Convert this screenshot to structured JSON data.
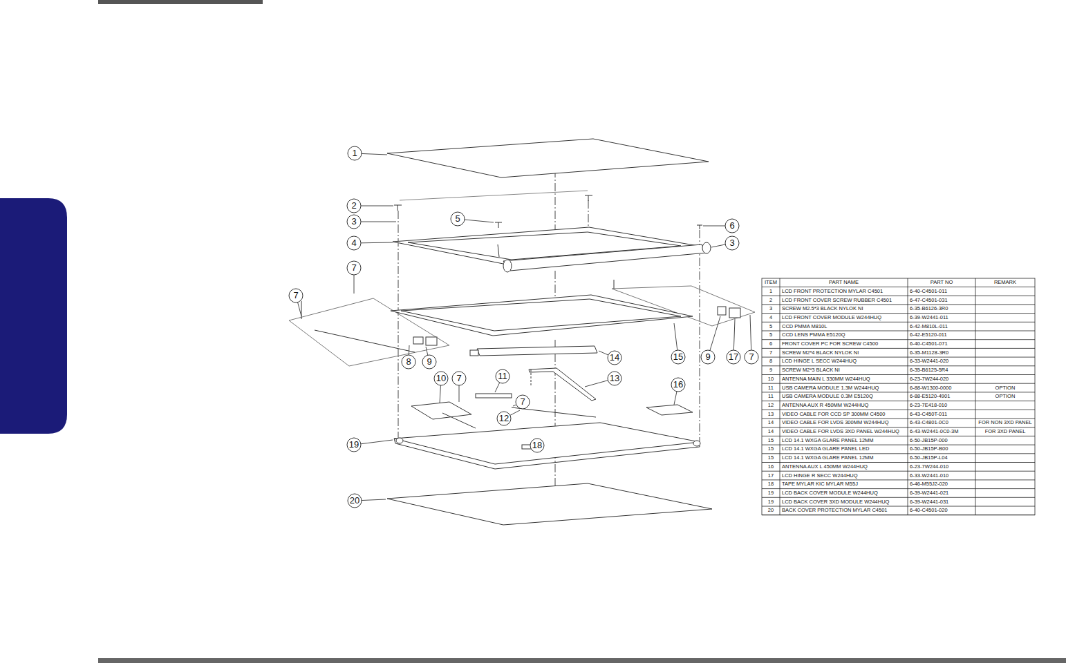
{
  "diagram": {
    "labels": [
      "1",
      "2",
      "3",
      "5",
      "6",
      "4",
      "3",
      "7",
      "7",
      "8",
      "9",
      "14",
      "15",
      "9",
      "17",
      "7",
      "10",
      "7",
      "11",
      "13",
      "7",
      "12",
      "16",
      "19",
      "18",
      "20",
      "ITEM",
      "PART NAME",
      "PART NO",
      "REMARK",
      "1",
      "LCD FRONT PROTECTION MYLAR C4501",
      "6-40-C4501-011",
      "2",
      "LCD FRONT COVER SCREW RUBBER C4501",
      "6-47-C4501-031",
      "3",
      "SCREW M2.5*3 BLACK NYLOK NI",
      "6-35-B6126-3R0",
      "4",
      "LCD FRONT COVER MODULE W244HUQ",
      "6-39-W2441-011",
      "5",
      "CCD PMMA M810L",
      "6-42-M810L-011",
      "5",
      "CCD LENS PMMA E5120Q",
      "6-42-E5120-011",
      "6",
      "FRONT COVER PC FOR SCREW C4500",
      "6-40-C4501-071",
      "7",
      "SCREW M2*4 BLACK NYLOK NI",
      "6-35-M1128-3R0",
      "8",
      "LCD HINGE L SECC W244HUQ",
      "6-33-W2441-020",
      "9",
      "SCREW M2*3 BLACK NI",
      "6-35-B6125-5R4",
      "10",
      "ANTENNA MAIN L 330MM W244HUQ",
      "6-23-7W244-020",
      "11",
      "USB CAMERA MODULE 1.3M W244HUQ",
      "6-88-W1300-0000",
      "OPTION",
      "11",
      "USB CAMERA MODULE 0.3M E5120Q",
      "6-88-E5120-4901",
      "OPTION",
      "12",
      "ANTENNA AUX R 450MM W244HUQ",
      "6-23-7E418-010",
      "13",
      "VIDEO CABLE FOR CCD SP 300MM C4500",
      "6-43-C450T-011",
      "14",
      "VIDEO CABLE FOR LVDS 300MM W244HUQ",
      "6-43-C4801-0C0",
      "FOR NON 3XD PANEL",
      "14",
      "VIDEO CABLE FOR LVDS 3XD PANEL W244HUQ",
      "6-43-W2441-0C0-3M",
      "FOR 3XD PANEL",
      "15",
      "LCD 14.1 WXGA GLARE PANEL 12MM",
      "6-50-JB15P-000",
      "15",
      "LCD 14.1 WXGA GLARE PANEL LED",
      "6-50-JB15P-B00",
      "15",
      "LCD 14.1 WXGA GLARE PANEL 12MM",
      "6-50-JB15P-L04",
      "16",
      "ANTENNA AUX L 450MM W244HUQ",
      "6-23-7W244-010",
      "17",
      "LCD HINGE R SECC W244HUQ",
      "6-33-W2441-010",
      "18",
      "TAPE MYLAR KIC MYLAR M55J",
      "6-46-M55J2-020",
      "19",
      "LCD BACK COVER MODULE W244HUQ",
      "6-39-W2441-021",
      "19",
      "LCD BACK COVER 3XD MODULE W244HUQ",
      "6-39-W2441-031",
      "20",
      "BACK COVER PROTECTION MYLAR C4501",
      "6-40-C4501-020"
    ]
  }
}
